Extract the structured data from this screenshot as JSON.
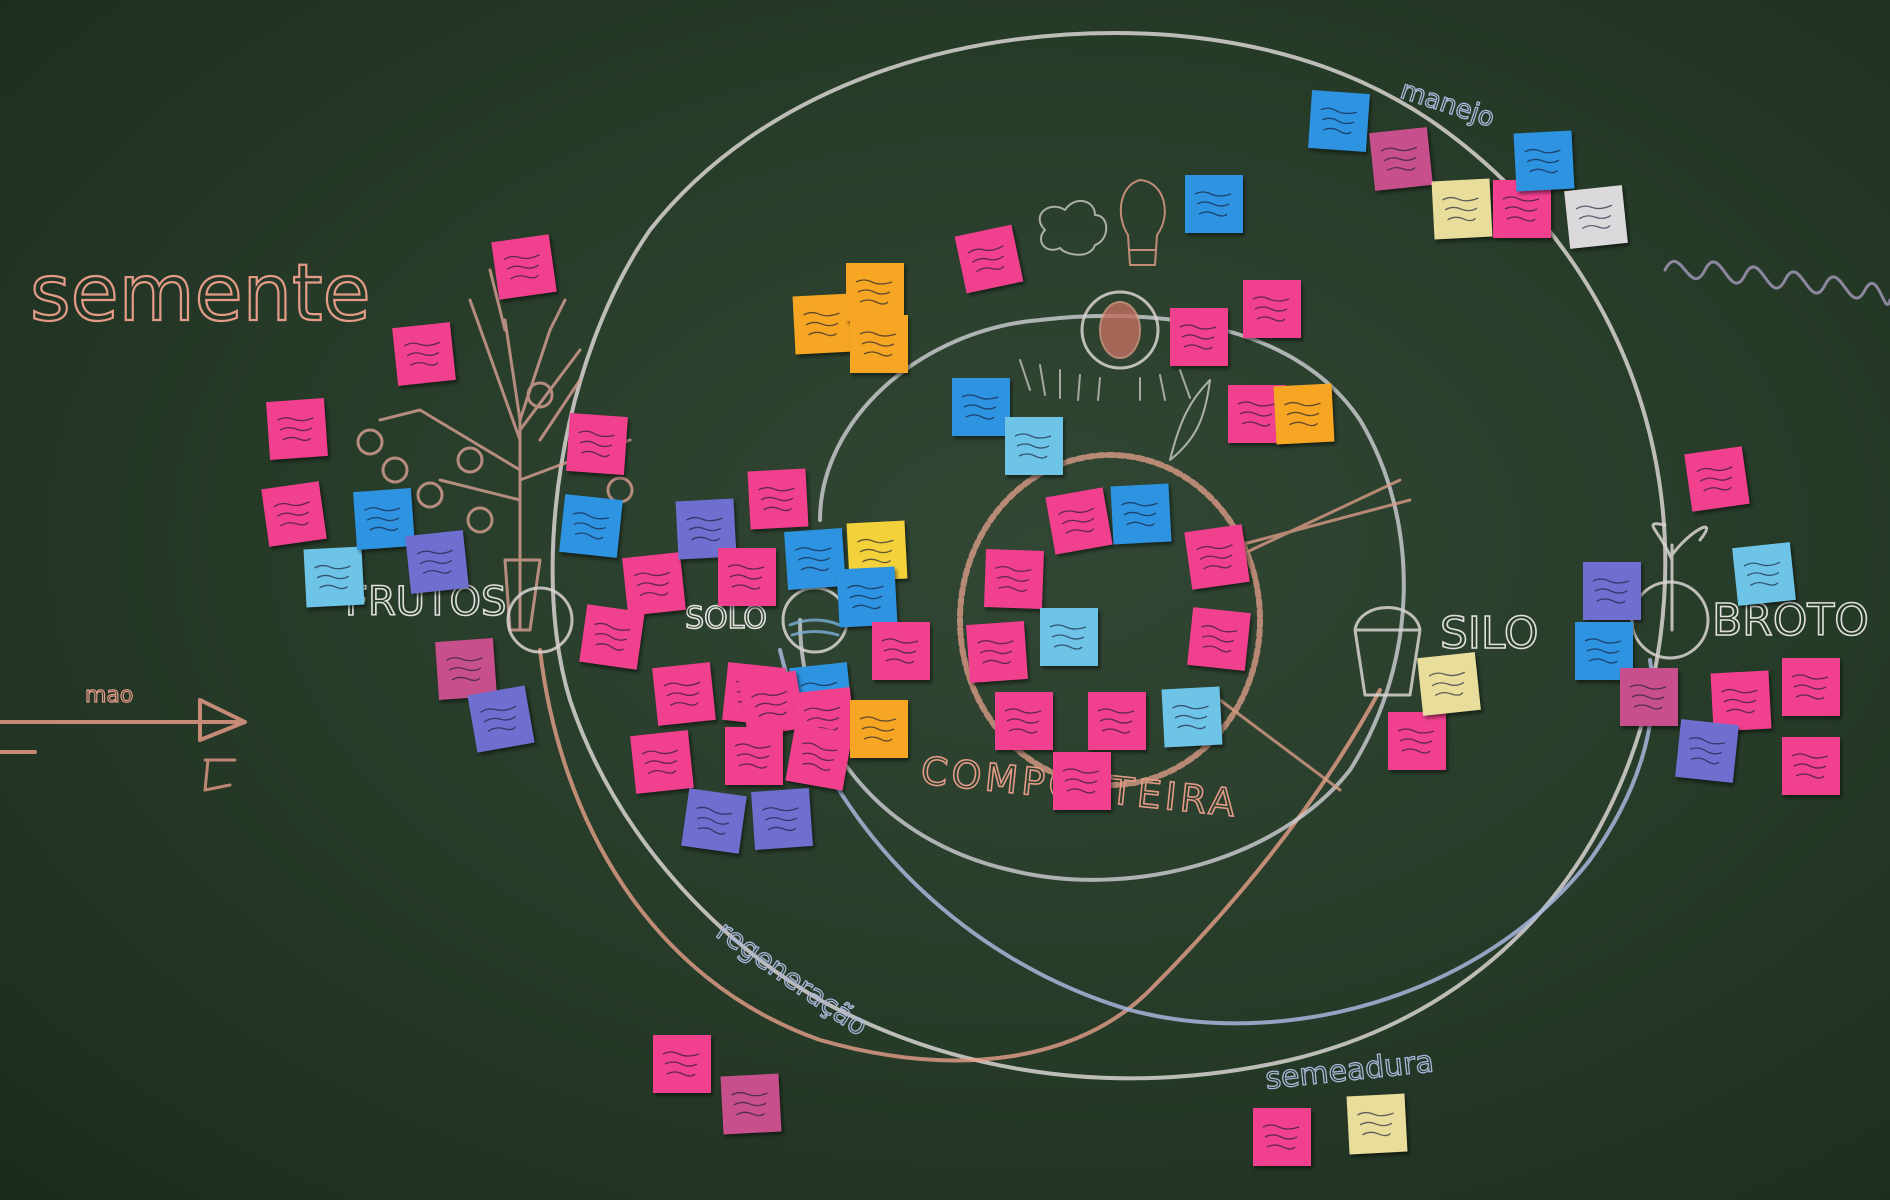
{
  "board": {
    "background": "#253625",
    "chalk_colors": {
      "salmon": "#e8a08a",
      "white": "#d9d6d2",
      "blue": "#aab6d8",
      "violet": "#b7a6d6"
    }
  },
  "labels": {
    "semente": "semente",
    "frutos": "FRUTOS",
    "solo": "SOLO",
    "compostera": "COMPOSTEIRA",
    "silo": "SILO",
    "broto": "BROTO",
    "manejo": "manejo",
    "regeneracao": "regeneração",
    "semeadura": "semeadura",
    "mao": "mao"
  },
  "note_colors": {
    "pink": "#f0408e",
    "magenta": "#c7508c",
    "blue": "#2e93e0",
    "lightblue": "#6ec4e6",
    "violet": "#6f6fd0",
    "orange": "#f6a623",
    "yellow": "#f3d13a",
    "cream": "#e9dd9c",
    "white": "#dcd9dc"
  }
}
